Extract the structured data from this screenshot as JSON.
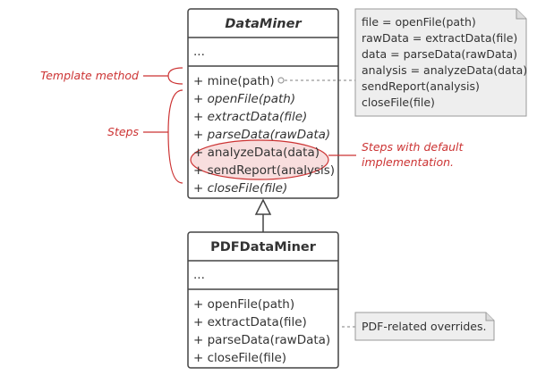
{
  "dataminer": {
    "name": "DataMiner",
    "fields": "...",
    "methods": [
      {
        "text": "+ mine(path)",
        "italic": false
      },
      {
        "text": "+ openFile(path)",
        "italic": true
      },
      {
        "text": "+ extractData(file)",
        "italic": true
      },
      {
        "text": "+ parseData(rawData)",
        "italic": true
      },
      {
        "text": "+ analyzeData(data)",
        "italic": false
      },
      {
        "text": "+ sendReport(analysis)",
        "italic": false
      },
      {
        "text": "+ closeFile(file)",
        "italic": true
      }
    ]
  },
  "pdfdataminer": {
    "name": "PDFDataMiner",
    "fields": "...",
    "methods": [
      {
        "text": "+ openFile(path)"
      },
      {
        "text": "+ extractData(file)"
      },
      {
        "text": "+ parseData(rawData)"
      },
      {
        "text": "+ closeFile(file)"
      }
    ]
  },
  "code_note": [
    "file = openFile(path)",
    "rawData = extractData(file)",
    "data = parseData(rawData)",
    "analysis = analyzeData(data)",
    "sendReport(analysis)",
    "closeFile(file)"
  ],
  "pdf_note": "PDF-related overrides.",
  "annotations": {
    "template_method": "Template method",
    "steps": "Steps",
    "defaults_line1": "Steps with default",
    "defaults_line2": "implementation."
  },
  "colors": {
    "accent": "#cc3333",
    "highlight": "#f8dede",
    "note_bg": "#eeeeee",
    "border": "#444444"
  }
}
